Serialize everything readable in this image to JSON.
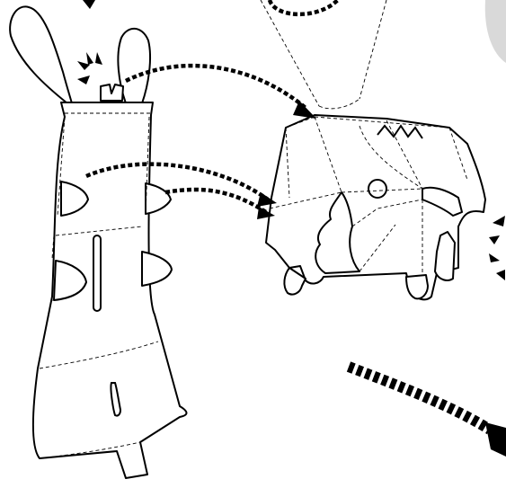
{
  "diagram": {
    "background": "#ffffff",
    "line_color": "#000000",
    "corner_shape_color": "#d9d9d9",
    "parts": [
      "cutout-template",
      "assembled-creature",
      "assembly-arrows"
    ]
  }
}
